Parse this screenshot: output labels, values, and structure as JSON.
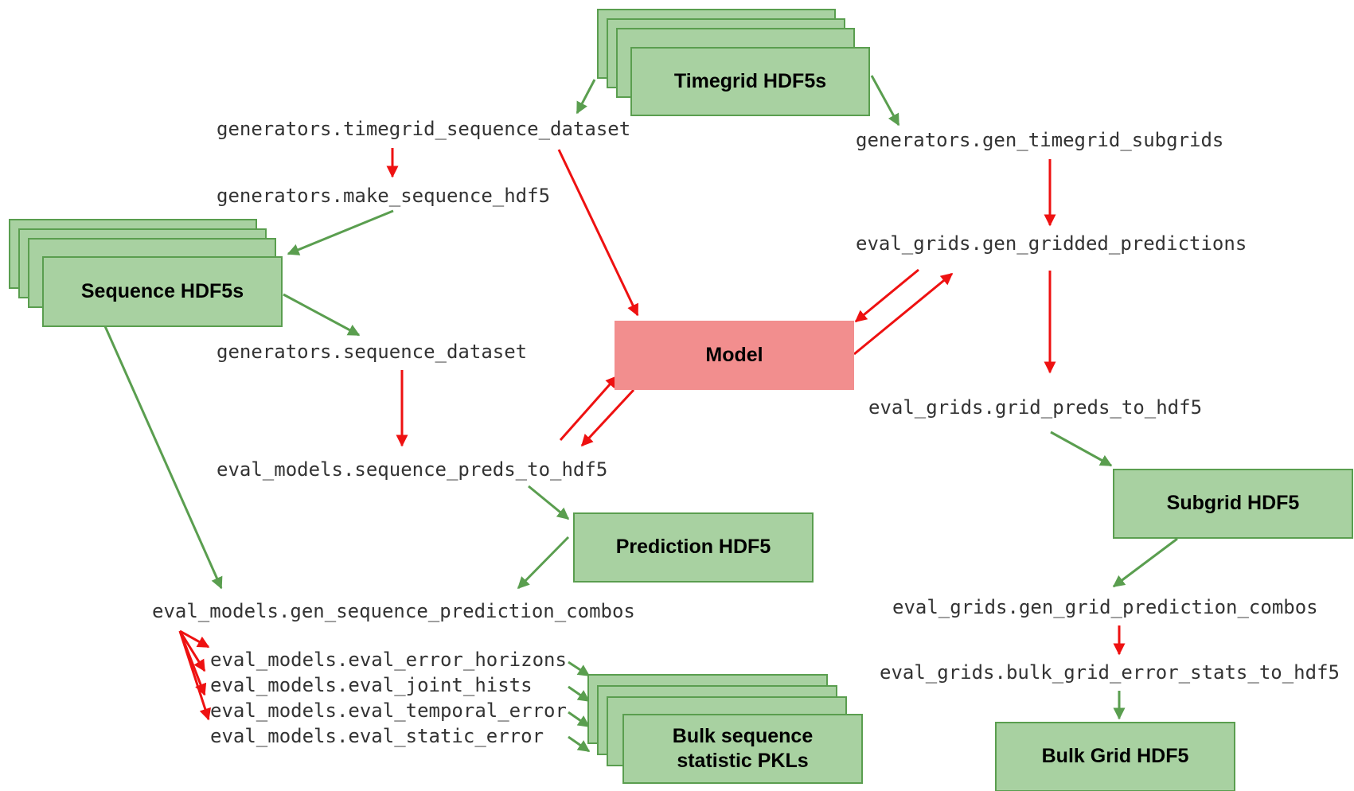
{
  "boxes": {
    "timegrid": "Timegrid HDF5s",
    "sequence": "Sequence HDF5s",
    "model": "Model",
    "prediction": "Prediction HDF5",
    "subgrid": "Subgrid HDF5",
    "bulk_sequence": "Bulk sequence\nstatistic PKLs",
    "bulk_grid": "Bulk Grid HDF5"
  },
  "functions": {
    "timegrid_sequence_dataset": "generators.timegrid_sequence_dataset",
    "make_sequence_hdf5": "generators.make_sequence_hdf5",
    "sequence_dataset": "generators.sequence_dataset",
    "sequence_preds_to_hdf5": "eval_models.sequence_preds_to_hdf5",
    "gen_sequence_prediction_combos": "eval_models.gen_sequence_prediction_combos",
    "eval_error_horizons": "eval_models.eval_error_horizons",
    "eval_joint_hists": "eval_models.eval_joint_hists",
    "eval_temporal_error": "eval_models.eval_temporal_error",
    "eval_static_error": "eval_models.eval_static_error",
    "gen_timegrid_subgrids": "generators.gen_timegrid_subgrids",
    "gen_gridded_predictions": "eval_grids.gen_gridded_predictions",
    "grid_preds_to_hdf5": "eval_grids.grid_preds_to_hdf5",
    "gen_grid_prediction_combos": "eval_grids.gen_grid_prediction_combos",
    "bulk_grid_error_stats_to_hdf5": "eval_grids.bulk_grid_error_stats_to_hdf5"
  },
  "colors": {
    "box_fill": "#a8d1a1",
    "box_border": "#5a9e4f",
    "model_fill": "#f28e8e",
    "data_arrow": "#5a9e4f",
    "call_arrow": "#ee1111"
  }
}
